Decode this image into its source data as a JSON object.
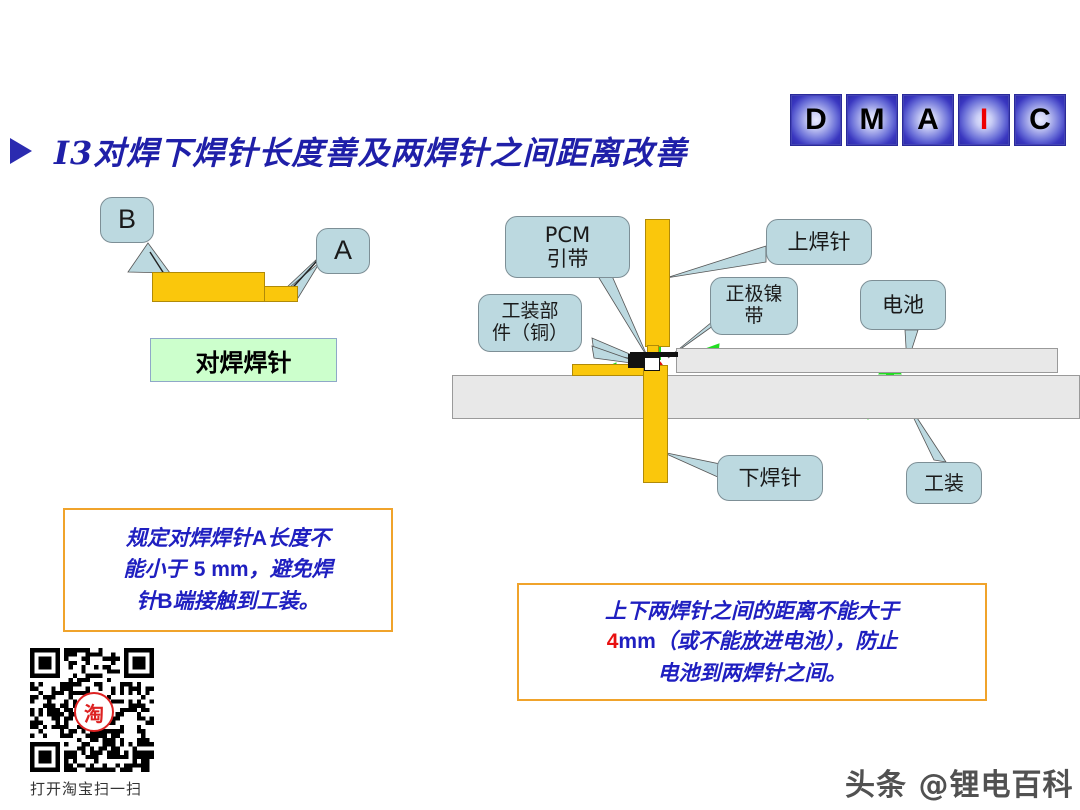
{
  "header": {
    "bullet_icon": "triangle-right-icon",
    "title": "I3对焊下焊针长度善及两焊针之间距离改善",
    "dmaic": [
      {
        "letter": "D",
        "accent": false
      },
      {
        "letter": "M",
        "accent": false
      },
      {
        "letter": "A",
        "accent": false
      },
      {
        "letter": "I",
        "accent": true
      },
      {
        "letter": "C",
        "accent": false
      }
    ]
  },
  "left_diagram": {
    "callout_b": "B",
    "callout_a": "A",
    "caption": "对焊焊针"
  },
  "right_diagram": {
    "callouts": {
      "pcm": "PCM\n引带",
      "pcm_line1": "PCM",
      "pcm_line2": "引带",
      "upper_pin": "上焊针",
      "nickel_line1": "正极镍",
      "nickel_line2": "带",
      "battery": "电池",
      "fixture_part_line1": "工装部",
      "fixture_part_line2": "件（铜）",
      "lower_pin": "下焊针",
      "fixture": "工装"
    }
  },
  "notes": {
    "left": {
      "line1_a": "规定对焊焊针",
      "line1_b": "A",
      "line1_c": "长度不",
      "line2_a": "能小于 ",
      "line2_b": "5 mm",
      "line2_c": "，避免焊",
      "line3_a": "针",
      "line3_b": "B",
      "line3_c": "端接触到工装。"
    },
    "right": {
      "line1": "上下两焊针之间的距离不能大于",
      "line2_num": "4",
      "line2_unit": "mm",
      "line2_rest": "（或不能放进电池），防止",
      "line3": "电池到两焊针之间。"
    }
  },
  "qr": {
    "caption": "打开淘宝扫一扫",
    "logo_glyph": "淘"
  },
  "watermark": "头条 @锂电百科",
  "colors": {
    "title_blue": "#1f1fa8",
    "note_blue": "#1f1fc0",
    "note_red": "#e81010",
    "note_border_orange": "#f0a32b",
    "pin_yellow": "#fac70c",
    "callout_blue": "#bcd9e0",
    "arrow_green": "#22dd22",
    "highlight_red": "#e01010",
    "grey_bar": "#e8e8e8",
    "green_box": "#ccffcc",
    "badge_accent_red": "#ee0000"
  }
}
